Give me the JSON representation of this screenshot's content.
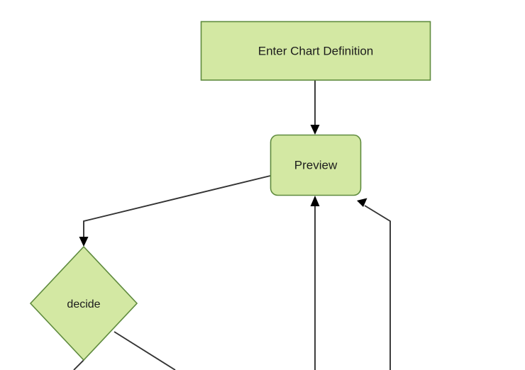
{
  "diagram": {
    "type": "flowchart",
    "title": "",
    "background_color": "#ffffff",
    "node_fill": "#d3e8a3",
    "node_stroke": "#5f8b3e",
    "edge_color": "#333333",
    "arrow_color": "#000000",
    "text_color": "#1c1c1c",
    "nodes": [
      {
        "id": "enter-chart-definition",
        "label": "Enter Chart Definition",
        "shape": "rectangle"
      },
      {
        "id": "preview",
        "label": "Preview",
        "shape": "rounded-rectangle"
      },
      {
        "id": "decide",
        "label": "decide",
        "shape": "diamond"
      }
    ],
    "edges": [
      {
        "from": "enter-chart-definition",
        "to": "preview",
        "label": ""
      },
      {
        "from": "preview",
        "to": "decide",
        "label": ""
      },
      {
        "from": "offscreen-bottom-center",
        "to": "preview",
        "label": ""
      },
      {
        "from": "offscreen-bottom-right",
        "to": "preview",
        "label": ""
      },
      {
        "from": "decide",
        "to": "offscreen-bottom-left",
        "label": ""
      },
      {
        "from": "decide",
        "to": "offscreen-bottom-right",
        "label": ""
      }
    ]
  }
}
